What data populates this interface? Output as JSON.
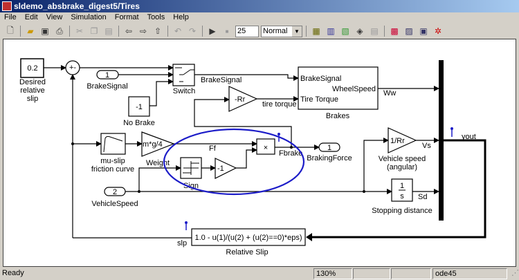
{
  "window": {
    "title": "sldemo_absbrake_digest5/Tires"
  },
  "menu": [
    "File",
    "Edit",
    "View",
    "Simulation",
    "Format",
    "Tools",
    "Help"
  ],
  "toolbar": {
    "stop_time": "25",
    "sim_mode": "Normal"
  },
  "blocks": {
    "desired_slip": {
      "value": "0.2",
      "label1": "Desired",
      "label2": "relative",
      "label3": "slip"
    },
    "sum": {
      "signs": "+-"
    },
    "brake_inport": {
      "num": "1",
      "label": "BrakeSignal"
    },
    "no_brake": {
      "value": "-1",
      "label": "No Brake"
    },
    "switch": {
      "label": "Switch"
    },
    "brakes": {
      "in1": "BrakeSignal",
      "in2": "Tire Torque",
      "out": "WheelSpeed",
      "label": "Brakes"
    },
    "rr_gain": {
      "value": "-Rr"
    },
    "mu_slip": {
      "label1": "mu-slip",
      "label2": "friction curve"
    },
    "weight": {
      "value": "m*g/4",
      "label": "Weight"
    },
    "product": {
      "symbol": "×"
    },
    "sign": {
      "label": "Sign"
    },
    "neg_gain": {
      "value": "-1"
    },
    "speed_inport": {
      "num": "2",
      "label": "VehicleSpeed"
    },
    "force_outport": {
      "num": "1",
      "label": "BrakingForce"
    },
    "vs_gain": {
      "value": "1/Rr",
      "label1": "Vehicle speed",
      "label2": "(angular)"
    },
    "integrator": {
      "num": "1",
      "den": "s",
      "label": "Stopping distance"
    },
    "rel_slip": {
      "expr": "1.0 - u(1)/(u(2) + (u(2)==0)*eps)",
      "label": "Relative Slip"
    }
  },
  "signals": {
    "brake_signal": "BrakeSignal",
    "tire_torque": "tire torque",
    "ww": "Ww",
    "ff": "Ff",
    "fbrake": "Fbrake",
    "vs": "Vs",
    "sd": "Sd",
    "yout": "yout",
    "slp": "slp"
  },
  "status": {
    "text": "Ready",
    "zoom": "130%",
    "solver": "ode45"
  },
  "colors": {
    "highlight": "#1c1cc8"
  }
}
